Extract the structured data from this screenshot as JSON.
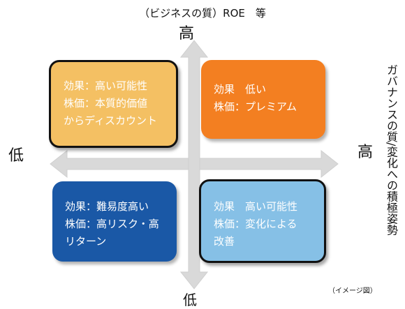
{
  "title_top": "（ビジネスの質）ROE　等",
  "y_axis": {
    "high": "高",
    "low": "低"
  },
  "x_axis": {
    "high": "高",
    "low": "低",
    "title": "ガバナンスの質/変化への積極姿勢"
  },
  "note": "（イメージ図）",
  "quadrants": {
    "top_left": {
      "line1": "効果：高い可能性",
      "line2": "株価：本質的価値",
      "line3": "からディスカウント"
    },
    "top_right": {
      "line1": "効果　低い",
      "line2": "株価：プレミアム"
    },
    "bottom_left": {
      "line1": "効果：難易度高い",
      "line2": "株価：高リスク・高",
      "line3": "リターン"
    },
    "bottom_right": {
      "line1": "効果　高い可能性",
      "line2": "株価：変化による",
      "line3": "改善"
    }
  },
  "colors": {
    "top_left": "#f4c063",
    "top_right": "#f37f21",
    "bottom_left": "#1a58a6",
    "bottom_right": "#86c0e6",
    "arrow": "#d9d9d9"
  }
}
